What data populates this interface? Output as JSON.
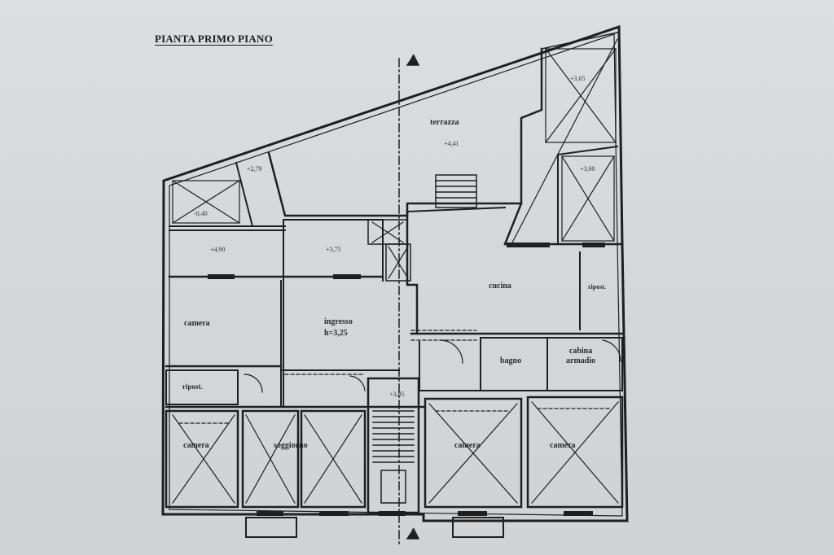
{
  "title": "PIANTA PRIMO PIANO",
  "section_marker": "A",
  "rooms": {
    "terrazza": "terrazza",
    "cucina": "cucina",
    "ripost": "ripost.",
    "camera_left": "camera",
    "ingresso": "ingresso",
    "ingresso_height": "h=3,25",
    "bagno": "bagno",
    "cabina_line1": "cabina",
    "cabina_line2": "armadio",
    "ripost_small": "ripost.",
    "camera_bottom_left": "camera",
    "soggiorno": "soggiorno",
    "camera_bottom_mid": "camera",
    "camera_bottom_right": "camera"
  },
  "levels": {
    "terrazza": "+4,41",
    "top_right": "+3,65",
    "shaft_right": "+3,60",
    "small_left": "+2,79",
    "void_left": "-0,40",
    "corridor_left": "+4,90",
    "corridor_mid": "+3,75",
    "stair": "+3,85"
  }
}
